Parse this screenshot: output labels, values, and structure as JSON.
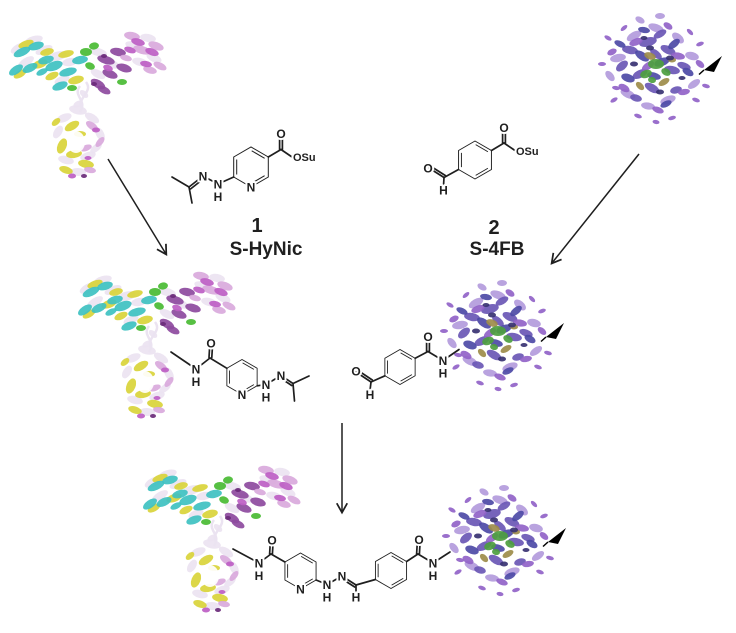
{
  "scheme": {
    "compound1": {
      "number": "1",
      "name": "S-HyNic"
    },
    "compound2": {
      "number": "2",
      "name": "S-4FB"
    }
  },
  "atoms": {
    "O": "O",
    "N": "N",
    "H": "H",
    "OSu": "OSu"
  },
  "colors": {
    "background": "#ffffff",
    "bond": "#1f1f1f",
    "arrow": "#1f1f1f",
    "site_marker": "#000000",
    "antibody": {
      "pale": "#ebe3f1",
      "yellow": "#d9d43a",
      "cyan": "#3ec1c1",
      "green": "#49bb33",
      "purple": "#8d4a9e",
      "orchid": "#d9a9dc",
      "magenta": "#bd5ec4",
      "dark": "#6a2a7a"
    },
    "protein": {
      "light": "#b39bdc",
      "purple": "#6a57b5",
      "blue": "#4d4aa6",
      "violet": "#9163c8",
      "olive": "#9d8c4a",
      "green": "#4d9e3f",
      "dark": "#383272"
    }
  }
}
